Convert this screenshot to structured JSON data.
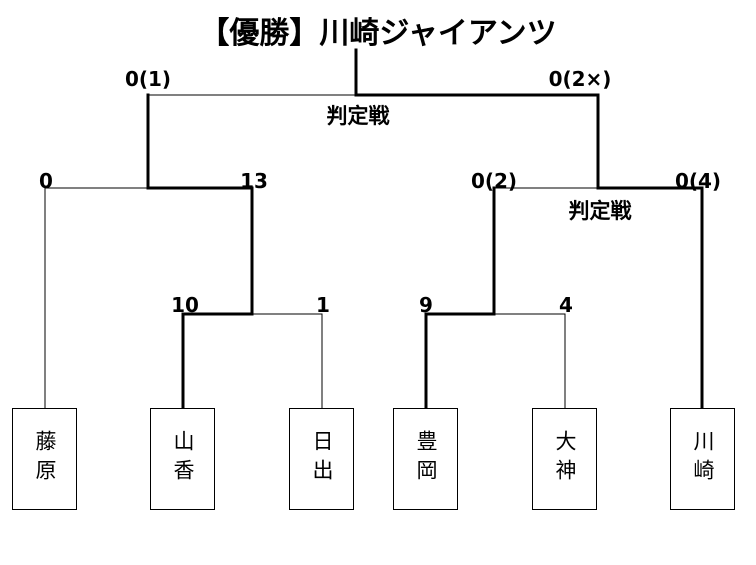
{
  "title": "【優勝】川崎ジャイアンツ",
  "playoff_label": "判定戦",
  "teams": [
    "藤原",
    "山香",
    "日出",
    "豊岡",
    "大神",
    "川崎"
  ],
  "scores": {
    "round1_left": [
      "10",
      "1"
    ],
    "round1_right": [
      "9",
      "4"
    ],
    "round2_left": [
      "0",
      "13"
    ],
    "round2_right": [
      "0(2)",
      "0(4)"
    ],
    "final": [
      "0(1)",
      "0(2×)"
    ]
  }
}
